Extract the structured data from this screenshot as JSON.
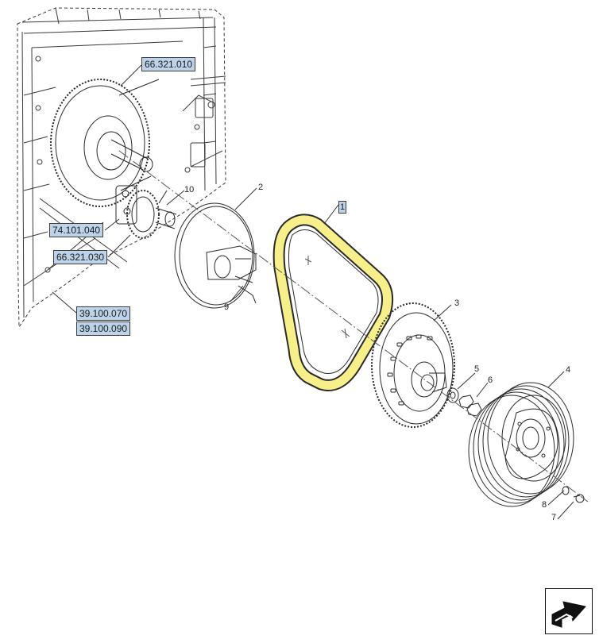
{
  "diagram": {
    "references": [
      {
        "id": "ref-66-321-010",
        "label": "66.321.010"
      },
      {
        "id": "ref-74-101-040",
        "label": "74.101.040"
      },
      {
        "id": "ref-66-321-030",
        "label": "66.321.030"
      },
      {
        "id": "ref-39-100-070",
        "label": "39.100.070"
      },
      {
        "id": "ref-39-100-090",
        "label": "39.100.090"
      }
    ],
    "callouts": {
      "belt": "1",
      "pulley_driving": "2",
      "pulley_hub": "3",
      "pulley_grooved": "4",
      "washer": "5",
      "nut": "6",
      "bolt": "7",
      "washer_small": "8",
      "bolts_hub": "9",
      "bearing": "10"
    },
    "highlight_color": "#f6ef8a",
    "reference_box_color": "#bcd3ea",
    "nav_icon": "next-page-arrow-icon"
  }
}
